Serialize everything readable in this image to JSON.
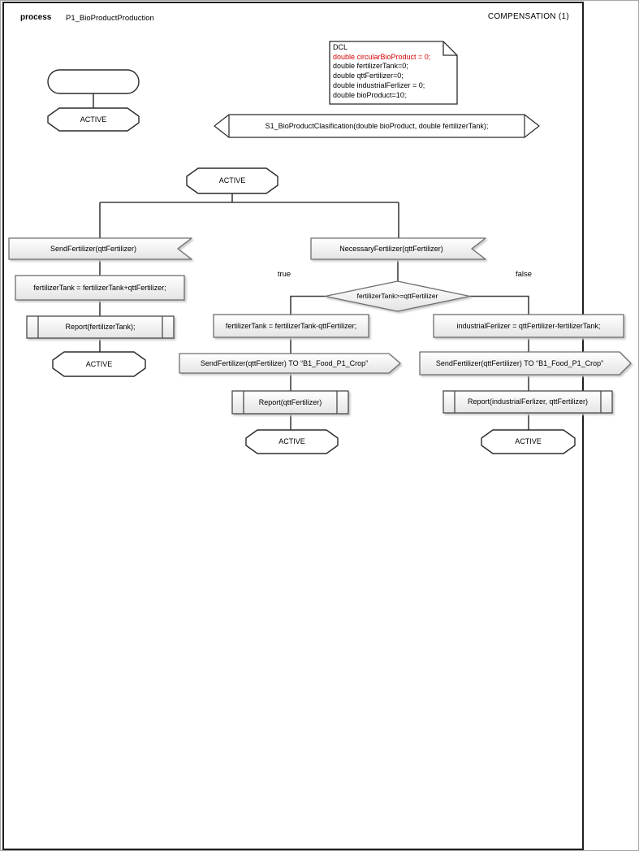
{
  "header": {
    "kind_label": "process",
    "process_name": "P1_BioProductProduction",
    "page_label": "COMPENSATION (1)"
  },
  "declarations": {
    "title": "DCL",
    "lines": [
      "double circularBioProduct = 0;",
      "double fertilizerTank=0;",
      "double qttFertilizer=0;",
      "double industrialFerlizer = 0;",
      "double bioProduct=10;"
    ]
  },
  "signal_declaration": {
    "text": "S1_BioProductClasification(double bioProduct, double fertilizerTank);"
  },
  "states": {
    "initial": "ACTIVE",
    "main": "ACTIVE",
    "left_end": "ACTIVE",
    "middle_end": "ACTIVE",
    "right_end": "ACTIVE"
  },
  "left_branch": {
    "input": "SendFertilizer(qttFertilizer)",
    "task": "fertilizerTank = fertilizerTank+qttFertilizer;",
    "procedure": "Report(fertilizerTank);"
  },
  "decision": {
    "input": "NecessaryFertilizer(qttFertilizer)",
    "condition": "fertilizerTank>=qttFertilizer",
    "true_label": "true",
    "false_label": "false"
  },
  "true_branch": {
    "task": "fertilizerTank = fertilizerTank-qttFertilizer;",
    "output": "SendFertilizer(qttFertilizer) TO “B1_Food_P1_Crop”",
    "procedure": "Report(qttFertilizer)"
  },
  "false_branch": {
    "task": "industrialFerlizer = qttFertilizer-fertilizerTank;",
    "output": "SendFertilizer(qttFertilizer) TO “B1_Food_P1_Crop”",
    "procedure": "Report(industrialFerlizer, qttFertilizer)"
  },
  "colors": {
    "declaration_highlight": "#d40000",
    "frame_border": "#1f1f1f",
    "shape_border": "#6e6e6e",
    "flowline": "#3f3f3f",
    "shape_fill_top": "#ffffff",
    "shape_fill_bottom": "#e6e6e6"
  }
}
